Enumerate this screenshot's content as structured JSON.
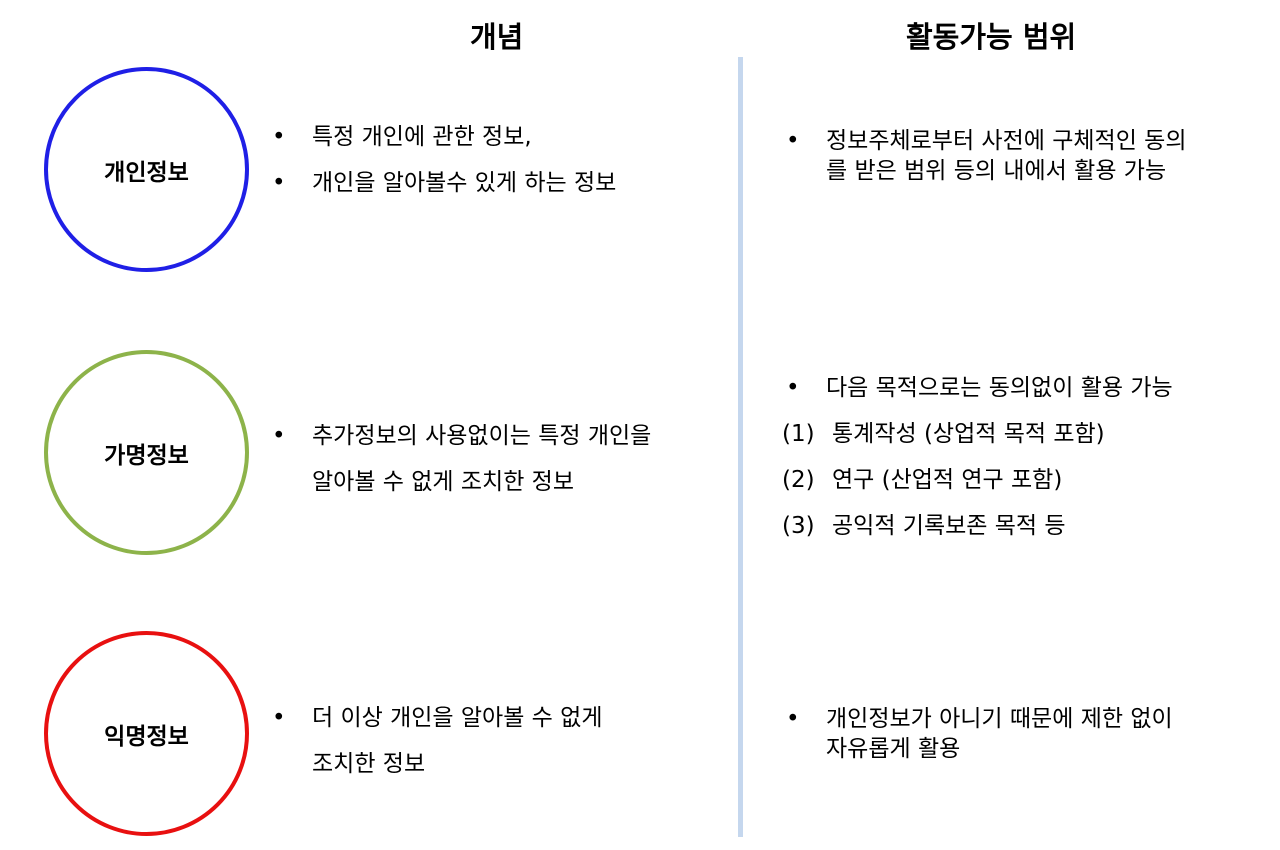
{
  "headers": {
    "concept": "개념",
    "scope": "활동가능 범위"
  },
  "colors": {
    "personal": "#1f1fe6",
    "pseudonymous": "#8db34a",
    "anonymous": "#e81010",
    "divider": "#c5d7ee"
  },
  "bullet": "•",
  "rows": [
    {
      "label": "개인정보",
      "concept": [
        "특정 개인에 관한 정보,",
        "개인을 알아볼수 있게 하는 정보"
      ],
      "scope": [
        "정보주체로부터 사전에 구체적인 동의",
        "를 받은 범위 등의 내에서 활용 가능"
      ]
    },
    {
      "label": "가명정보",
      "concept": [
        "추가정보의 사용없이는 특정 개인을",
        "알아볼 수 없게 조치한 정보"
      ],
      "scope": {
        "intro": "다음 목적으로는 동의없이 활용 가능",
        "items": [
          {
            "num": "(1)",
            "text": "통계작성 (상업적 목적 포함)"
          },
          {
            "num": "(2)",
            "text": "연구 (산업적 연구 포함)"
          },
          {
            "num": "(3)",
            "text": "공익적 기록보존 목적 등"
          }
        ]
      }
    },
    {
      "label": "익명정보",
      "concept": [
        "더 이상 개인을 알아볼 수 없게",
        "조치한 정보"
      ],
      "scope": [
        "개인정보가 아니기 때문에 제한 없이",
        "자유롭게 활용"
      ]
    }
  ]
}
